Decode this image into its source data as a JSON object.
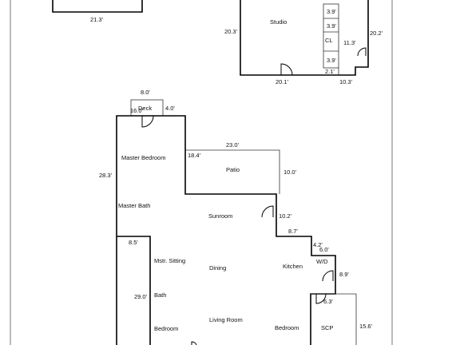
{
  "top_left_block": {
    "dimension": "21.3'"
  },
  "studio_block": {
    "room": "Studio",
    "left_dimension": "20.3'",
    "bottom_dimension": "20.1'",
    "closet_label": "CL",
    "closet_dims": [
      "3.9'",
      "3.9'",
      "3.9'",
      "2.1'"
    ],
    "closet_depth": "11.3'",
    "right_height": "20.2'",
    "right_bottom": "10.3'"
  },
  "main_house": {
    "deck": {
      "label": "Deck",
      "width": "8.0'",
      "left": "16.0'",
      "right": "4.0'"
    },
    "patio": {
      "label": "Patio",
      "top": "23.0'",
      "left": "18.4'",
      "right": "10.0'"
    },
    "rooms": {
      "master_bedroom": "Master Bedroom",
      "master_bath": "Master Bath",
      "sunroom": "Sunroom",
      "mstr_sitting": "Mstr. Sitting",
      "dining": "Dining",
      "kitchen": "Kitchen",
      "wd": "W/D",
      "bath": "Bath",
      "bedroom_left": "Bedroom",
      "living_room": "Living Room",
      "bedroom_right": "Bedroom",
      "scp": "SCP"
    },
    "dimensions": {
      "left_height": "28.3'",
      "step_in": "8.5'",
      "lower_left": "29.0'",
      "sunroom_right": "10.2'",
      "kitchen_step": "8.7'",
      "wd_step": "4.2'",
      "wd_width": "6.0'",
      "wd_height": "8.9'",
      "scp_step": "6.3'",
      "scp_height": "15.6'"
    }
  }
}
